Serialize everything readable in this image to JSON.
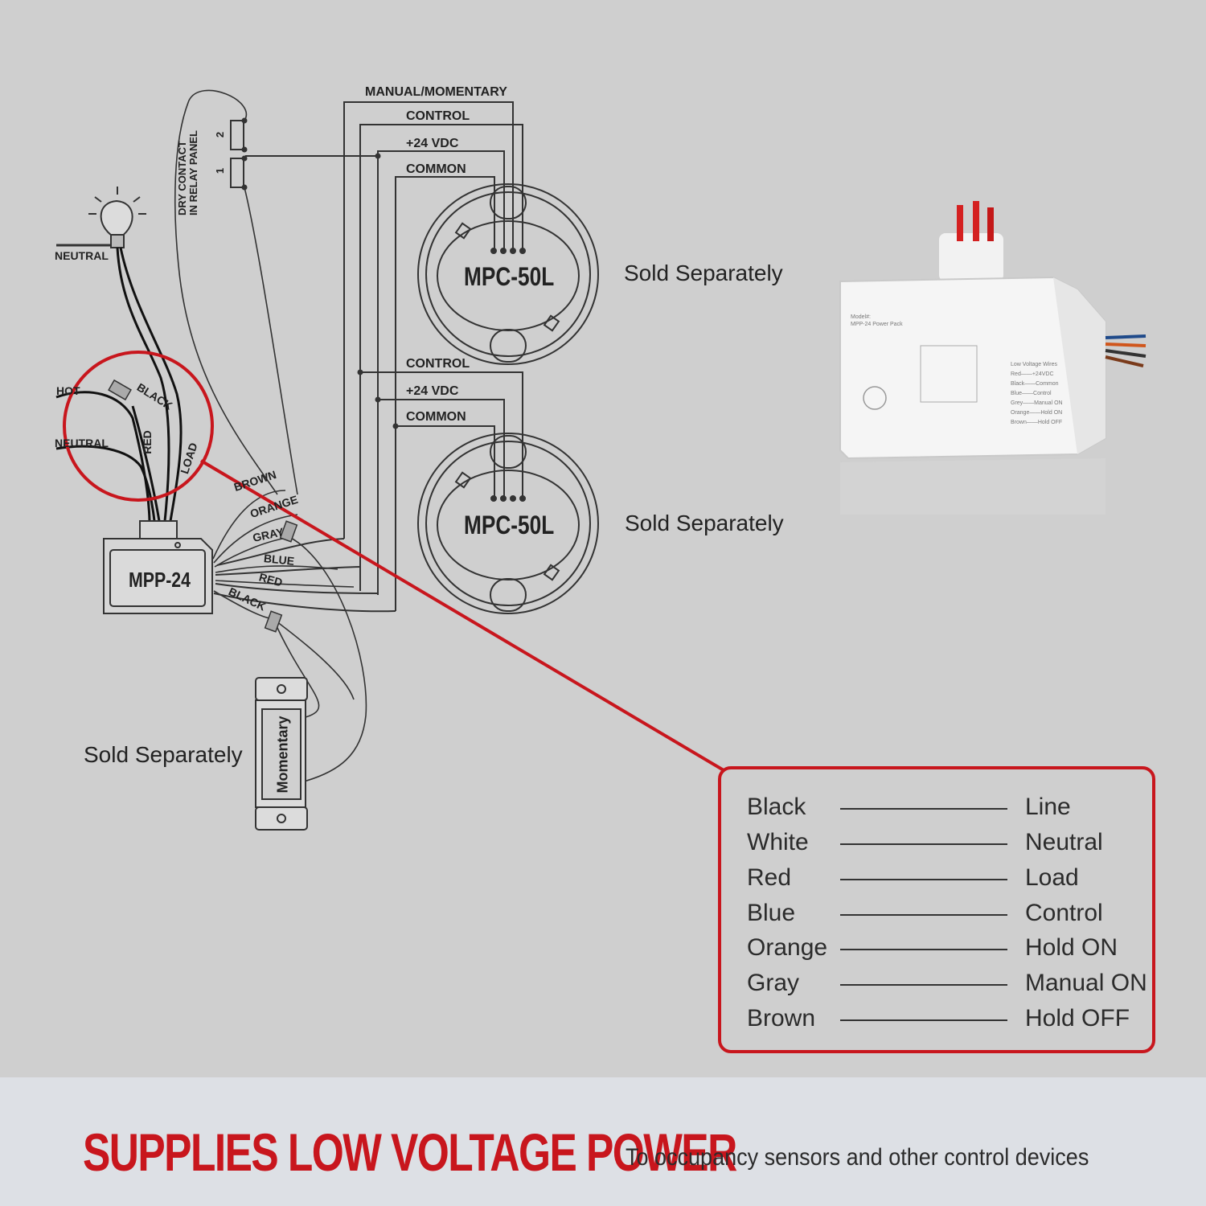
{
  "diagram": {
    "wire_labels": {
      "manual_momentary": "MANUAL/MOMENTARY",
      "control_top": "CONTROL",
      "vdc_top": "+24 VDC",
      "common_top": "COMMON",
      "control_bottom": "CONTROL",
      "vdc_bottom": "+24 VDC",
      "common_bottom": "COMMON",
      "dry_contact_line1": "DRY CONTACT",
      "dry_contact_line2": "IN RELAY PANEL",
      "contact_2": "2",
      "contact_1": "1",
      "neutral_lamp": "NEUTRAL",
      "hot": "HOT",
      "neutral_line": "NEUTRAL",
      "black_in": "BLACK",
      "red": "RED",
      "load": "LOAD",
      "brown": "BROWN",
      "orange": "ORANGE",
      "gray": "GRAY",
      "blue": "BLUE",
      "red_out": "RED",
      "black_out": "BLACK"
    },
    "devices": {
      "sensor_top": "MPC-50L",
      "sensor_bottom": "MPC-50L",
      "power_pack": "MPP-24",
      "switch": "Momentary"
    },
    "sold_separately": {
      "top": "Sold Separately",
      "middle": "Sold Separately",
      "switch": "Sold Separately"
    }
  },
  "product_photo": {
    "label_lines": {
      "model_title": "Model#:",
      "model_name": "MPP-24 Power Pack",
      "low_voltage_title": "Low Voltage Wires",
      "lv": [
        "Red——+24VDC",
        "Black——Common",
        "Blue——Control",
        "Grey——Manual ON",
        "Orange——Hold ON",
        "Brown——Hold OFF"
      ]
    }
  },
  "legend": {
    "rows": [
      {
        "color": "Black",
        "function": "Line"
      },
      {
        "color": "White",
        "function": "Neutral"
      },
      {
        "color": "Red",
        "function": "Load"
      },
      {
        "color": "Blue",
        "function": "Control"
      },
      {
        "color": "Orange",
        "function": "Hold ON"
      },
      {
        "color": "Gray",
        "function": "Manual ON"
      },
      {
        "color": "Brown",
        "function": "Hold OFF"
      }
    ]
  },
  "footer": {
    "headline": "SUPPLIES LOW VOLTAGE POWER",
    "subline": "To occupancy sensors and other control devices"
  },
  "colors": {
    "accent_red": "#c8161d",
    "background": "#cfcfcf",
    "footer_bg": "#dde0e5",
    "line": "#333333"
  }
}
